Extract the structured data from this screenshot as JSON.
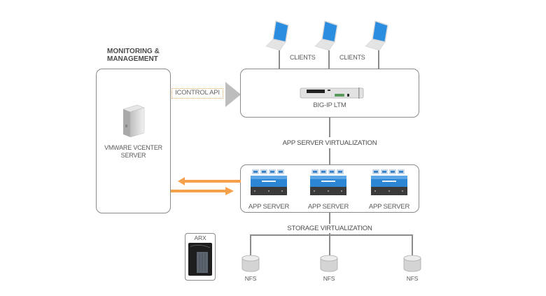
{
  "monitoring": {
    "title_line1": "MONITORING &",
    "title_line2": "MANAGEMENT",
    "server_label_line1": "VMWARE VCENTER",
    "server_label_line2": "SERVER"
  },
  "api": {
    "label": "ICONTROL API"
  },
  "clients": {
    "labels": [
      "CLIENTS",
      "CLIENTS"
    ]
  },
  "ltm": {
    "label": "BIG-IP LTM"
  },
  "app_tier": {
    "title": "APP SERVER VIRTUALIZATION",
    "servers": [
      {
        "label": "APP SERVER"
      },
      {
        "label": "APP SERVER"
      },
      {
        "label": "APP SERVER"
      }
    ]
  },
  "storage": {
    "title": "STORAGE VIRTUALIZATION",
    "arx_label": "ARX",
    "nfs": [
      {
        "label": "NFS"
      },
      {
        "label": "NFS"
      },
      {
        "label": "NFS"
      }
    ]
  },
  "colors": {
    "arrow_orange": "#f5a04a",
    "api_border": "#f0a860",
    "line_gray": "#8c8c8c",
    "screen_blue": "#2a8de0"
  }
}
